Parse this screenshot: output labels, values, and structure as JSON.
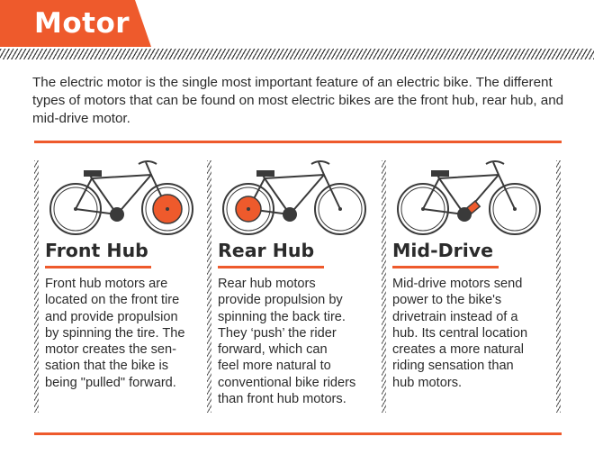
{
  "header": {
    "title": "Motor"
  },
  "intro": {
    "text": "The electric motor is the single most important feature of an electric bike. The different types of motors that can be found on most electric bikes are the front hub, rear hub, and mid-drive motor."
  },
  "colors": {
    "accent": "#ee5a2c",
    "text": "#2b2b2b",
    "background": "#ffffff"
  },
  "columns": [
    {
      "title": "Front Hub",
      "icon": "bicycle-front-hub-icon",
      "lines": [
        "Front hub motors are",
        "located on the front tire",
        "and provide propulsion",
        "by spinning the tire. The",
        "motor creates the sen-",
        "sation that the bike is",
        "being \"pulled\" forward."
      ]
    },
    {
      "title": "Rear Hub",
      "icon": "bicycle-rear-hub-icon",
      "lines": [
        "Rear hub motors",
        "provide propulsion by",
        "spinning the back tire.",
        "They ‘push’ the rider",
        "forward, which can",
        "feel more natural to",
        "conventional bike riders",
        "than front hub motors."
      ]
    },
    {
      "title": "Mid-Drive",
      "icon": "bicycle-mid-drive-icon",
      "lines": [
        "Mid-drive motors send",
        "power to the bike's",
        "drivetrain instead of a",
        "hub. Its central location",
        "creates a more natural",
        "riding sensation than",
        "hub motors."
      ]
    }
  ]
}
